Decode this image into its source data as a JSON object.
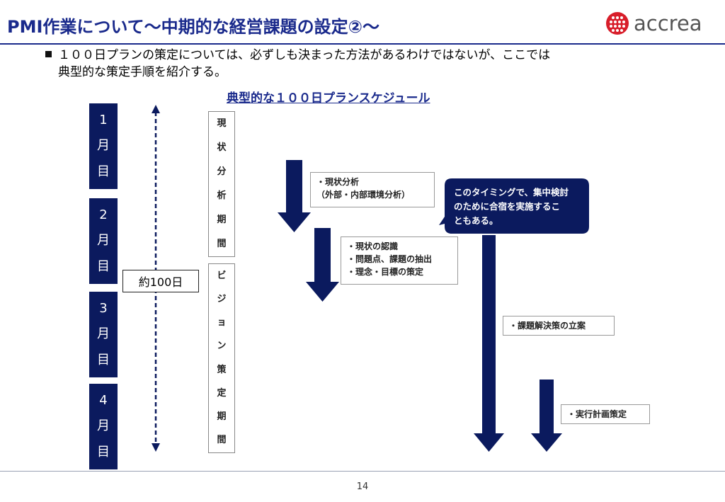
{
  "header": {
    "title": "PMI作業について〜中期的な経営課題の設定②〜",
    "logo_text": "accrea"
  },
  "intro": {
    "line1": "１００日プランの策定については、必ずしも決まった方法があるわけではないが、ここでは",
    "line2": "典型的な策定手順を紹介する。"
  },
  "diagram": {
    "subtitle": "典型的な１００日プランスケジュール",
    "months": [
      {
        "num": "1",
        "unit": "月",
        "suffix": "目"
      },
      {
        "num": "2",
        "unit": "月",
        "suffix": "目"
      },
      {
        "num": "3",
        "unit": "月",
        "suffix": "目"
      },
      {
        "num": "4",
        "unit": "月",
        "suffix": "目"
      }
    ],
    "duration_label": "約100日",
    "periods": [
      {
        "chars": [
          "現",
          "状",
          "分",
          "析",
          "期",
          "間"
        ]
      },
      {
        "chars": [
          "ビ",
          "ジ",
          "ョ",
          "ン",
          "策",
          "定",
          "期",
          "間"
        ]
      }
    ],
    "steps": [
      {
        "lines": [
          "・現状分析",
          "（外部・内部環境分析）"
        ]
      },
      {
        "lines": [
          "・現状の認識",
          "・問題点、課題の抽出",
          "・理念・目標の策定"
        ]
      },
      {
        "lines": [
          "・課題解決策の立案"
        ]
      },
      {
        "lines": [
          "・実行計画策定"
        ]
      }
    ],
    "callout": {
      "lines": [
        "このタイミングで、集中検討",
        "のために合宿を実施するこ",
        "ともある。"
      ]
    },
    "colors": {
      "navy": "#0b1a5e",
      "title_blue": "#1a2a8c",
      "logo_red": "#d81e2a"
    }
  },
  "footer": {
    "page_number": "14"
  }
}
